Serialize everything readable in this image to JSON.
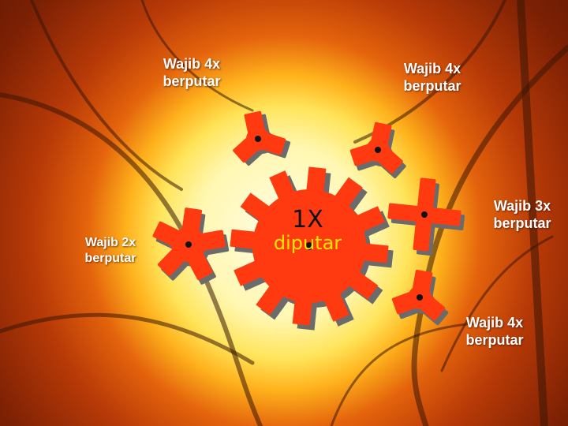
{
  "diagram": {
    "center_gear": {
      "count": "1X",
      "verb": "diputar"
    },
    "gears": [
      {
        "line1": "Wajib 4x",
        "line2": "berputar"
      },
      {
        "line1": "Wajib 4x",
        "line2": "berputar"
      },
      {
        "line1": "Wajib 3x",
        "line2": "berputar"
      },
      {
        "line1": "Wajib 4x",
        "line2": "berputar"
      },
      {
        "line1": "Wajib 2x",
        "line2": "berputar"
      }
    ]
  },
  "colors": {
    "gear_fill": "#ff3a10",
    "gear_shadow": "#6b6b6b",
    "dot": "#111111",
    "label_text": "#ffffff",
    "verb_text": "#ffe600"
  }
}
